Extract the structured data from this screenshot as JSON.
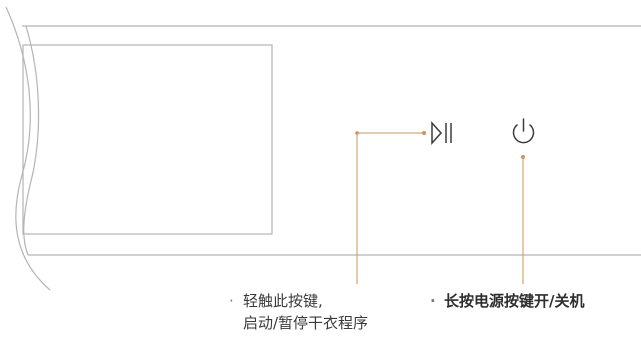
{
  "callouts": {
    "play_pause": {
      "bullet": "·",
      "line1": "轻触此按键,",
      "line2": "启动/暂停干衣程序"
    },
    "power": {
      "bullet": "·",
      "text": "长按电源按键开/关机"
    }
  },
  "colors": {
    "outline": "#b4b4b4",
    "leader": "#c8955a",
    "icon": "#3c3c3c"
  },
  "icons": {
    "play_pause": "play-pause-icon",
    "power": "power-icon"
  }
}
